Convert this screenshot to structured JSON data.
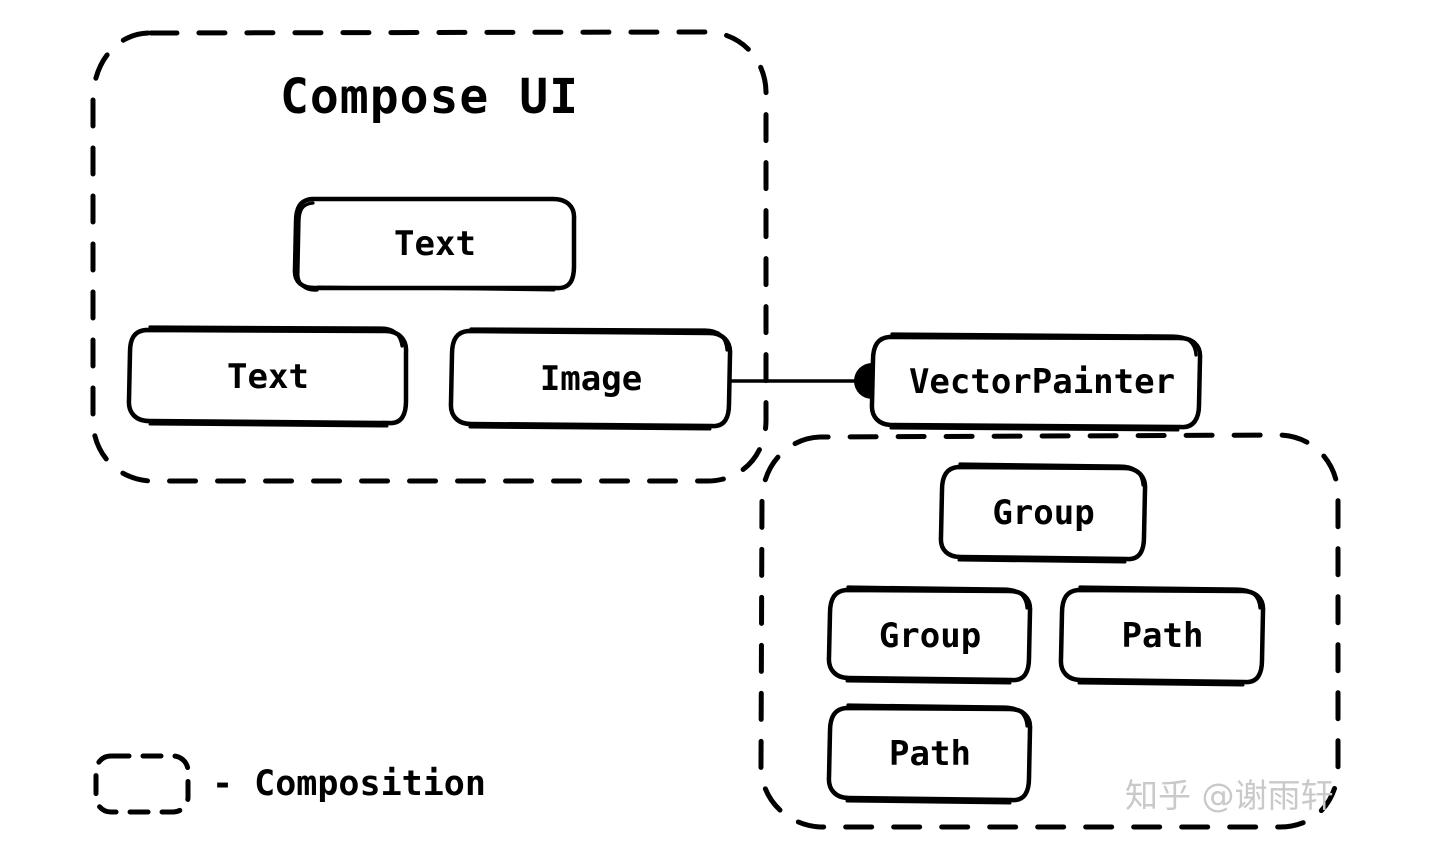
{
  "diagram": {
    "title": "Compose UI",
    "style": "hand-drawn sketch",
    "background_color": "#ffffff",
    "stroke_color": "#000000"
  },
  "compositions": [
    {
      "id": "compose-ui-composition",
      "title": "Compose UI",
      "nodes": [
        {
          "id": "text-top",
          "label": "Text"
        },
        {
          "id": "text-bottom",
          "label": "Text"
        },
        {
          "id": "image",
          "label": "Image"
        }
      ]
    },
    {
      "id": "vector-painter-composition",
      "title": "",
      "nodes": [
        {
          "id": "group-top",
          "label": "Group"
        },
        {
          "id": "group-mid",
          "label": "Group"
        },
        {
          "id": "path-mid",
          "label": "Path"
        },
        {
          "id": "path-bottom",
          "label": "Path"
        }
      ]
    }
  ],
  "nodes": {
    "text_top": "Text",
    "text_bottom": "Text",
    "image": "Image",
    "vector_painter": "VectorPainter",
    "group_top": "Group",
    "group_mid": "Group",
    "path_mid": "Path",
    "path_bottom": "Path"
  },
  "connector": {
    "from": "image",
    "to": "vector-painter",
    "endpoint_marker": "filled-dot"
  },
  "legend": {
    "swatch": "dashed-rounded-rect",
    "label": "- Composition"
  },
  "watermark": {
    "text": "知乎 @谢雨轩",
    "color": "#c9c9c9"
  }
}
